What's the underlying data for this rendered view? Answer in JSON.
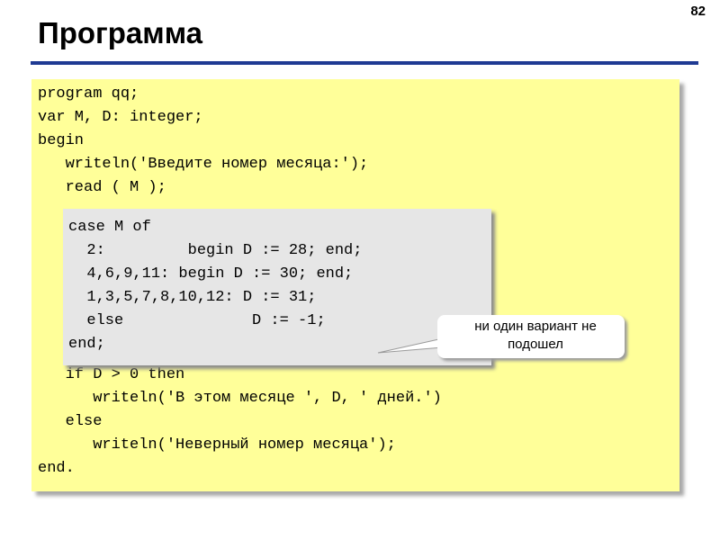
{
  "page_number": "82",
  "title": "Программа",
  "code_top": [
    "program qq;",
    "var M, D: integer;",
    "begin",
    "   writeln('Введите номер месяца:');",
    "   read ( M );"
  ],
  "case_block": [
    "case M of",
    "  2:         begin D := 28; end;",
    "  4,6,9,11: begin D := 30; end;",
    "  1,3,5,7,8,10,12: D := 31;",
    "  else              D := -1;",
    "end;"
  ],
  "code_bottom": [
    "   if D > 0 then",
    "      writeln('В этом месяце ', D, ' дней.')",
    "   else",
    "      writeln('Неверный номер месяца');",
    "end."
  ],
  "callout": {
    "line1": "ни один вариант не",
    "line2": "подошел"
  },
  "colors": {
    "code_background": "#ffff99",
    "case_background": "#e6e6e6",
    "title_rule": "#1f3a93"
  }
}
